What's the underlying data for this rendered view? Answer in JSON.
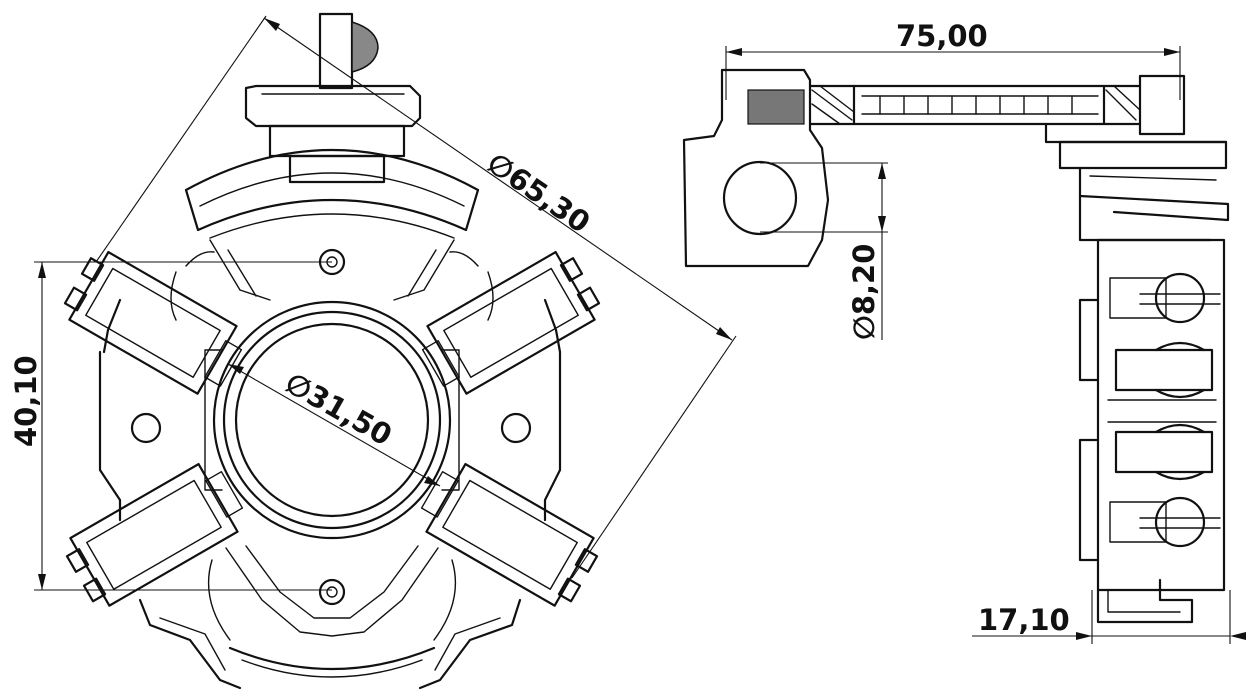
{
  "dimensions": {
    "d_outer": "∅65,30",
    "d_inner": "∅31,50",
    "height": "40,10",
    "length": "75,00",
    "d_hole": "∅8,20",
    "width": "17,10"
  }
}
